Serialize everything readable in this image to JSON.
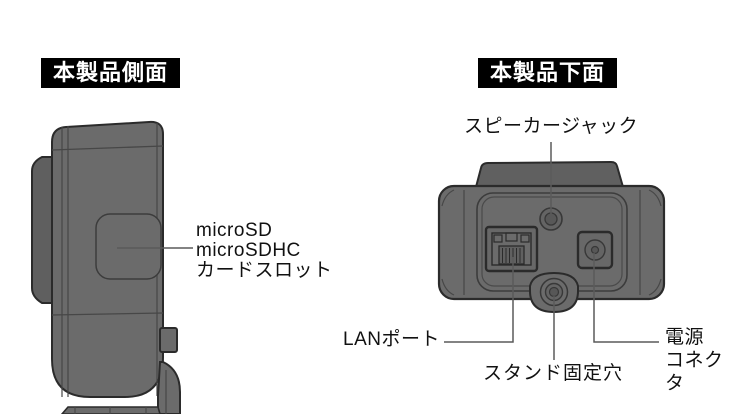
{
  "side_view": {
    "title": "本製品側面",
    "card_slot_label": "microSD\nmicroSDHC\nカードスロット"
  },
  "bottom_view": {
    "title": "本製品下面",
    "speaker_jack_label": "スピーカージャック",
    "lan_port_label": "LANポート",
    "stand_hole_label": "スタンド固定穴",
    "power_connector_label": "電源\nコネクタ"
  },
  "colors": {
    "header_bg": "#000000",
    "header_text": "#ffffff",
    "device_body": "#6b6b6b",
    "device_shadow": "#5f5f5f",
    "outline": "#2b2b2b",
    "inner_line": "#474747",
    "leader_line": "#5a5a5a",
    "label_text": "#111111",
    "background": "#ffffff"
  }
}
